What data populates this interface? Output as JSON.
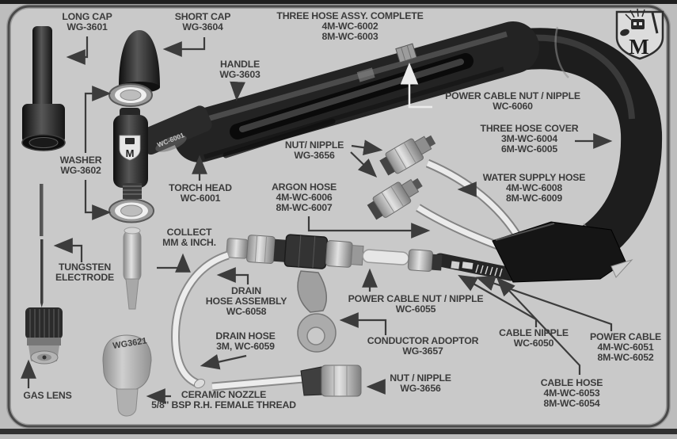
{
  "diagram": {
    "title_note": "TIG torch spare parts diagram",
    "logo": {
      "letter": "M"
    },
    "labels": {
      "long_cap": {
        "lines": [
          "LONG CAP",
          "WG-3601"
        ]
      },
      "short_cap": {
        "lines": [
          "SHORT CAP",
          "WG-3604"
        ]
      },
      "three_hose_assy": {
        "lines": [
          "THREE HOSE ASSY. COMPLETE",
          "4M-WC-6002",
          "8M-WC-6003"
        ]
      },
      "handle": {
        "lines": [
          "HANDLE",
          "WG-3603"
        ]
      },
      "power_cable_nut_nipple_6060": {
        "lines": [
          "POWER CABLE NUT / NIPPLE",
          "WC-6060"
        ]
      },
      "washer": {
        "lines": [
          "WASHER",
          "WG-3602"
        ]
      },
      "torch_head": {
        "lines": [
          "TORCH HEAD",
          "WC-6001"
        ]
      },
      "nut_nipple_top": {
        "lines": [
          "NUT/ NIPPLE",
          "WG-3656"
        ]
      },
      "argon_hose": {
        "lines": [
          "ARGON HOSE",
          "4M-WC-6006",
          "8M-WC-6007"
        ]
      },
      "three_hose_cover": {
        "lines": [
          "THREE HOSE COVER",
          "3M-WC-6004",
          "6M-WC-6005"
        ]
      },
      "water_supply_hose": {
        "lines": [
          "WATER SUPPLY HOSE",
          "4M-WC-6008",
          "8M-WC-6009"
        ]
      },
      "collect": {
        "lines": [
          "COLLECT",
          "MM & INCH."
        ]
      },
      "tungsten_electrode": {
        "lines": [
          "TUNGSTEN",
          "ELECTRODE"
        ]
      },
      "drain_hose_assembly": {
        "lines": [
          "DRAIN",
          "HOSE ASSEMBLY",
          "WC-6058"
        ]
      },
      "drain_hose": {
        "lines": [
          "DRAIN HOSE",
          "3M, WC-6059"
        ]
      },
      "power_cable_nut_nipple_6055": {
        "lines": [
          "POWER CABLE NUT / NIPPLE",
          "WC-6055"
        ]
      },
      "conductor_adoptor": {
        "lines": [
          "CONDUCTOR ADOPTOR",
          "WG-3657"
        ]
      },
      "cable_nipple": {
        "lines": [
          "CABLE NIPPLE",
          "WC-6050"
        ]
      },
      "power_cable": {
        "lines": [
          "POWER CABLE",
          "4M-WC-6051",
          "8M-WC-6052"
        ]
      },
      "cable_hose": {
        "lines": [
          "CABLE HOSE",
          "4M-WC-6053",
          "8M-WC-6054"
        ]
      },
      "nut_nipple_bottom": {
        "lines": [
          "NUT / NIPPLE",
          "WG-3656"
        ]
      },
      "gas_lens": {
        "lines": [
          "GAS LENS"
        ]
      },
      "ceramic_nozzle": {
        "lines": [
          "CERAMIC NOZZLE",
          "5/8\" BSP R.H. FEMALE THREAD"
        ]
      }
    },
    "markings": {
      "nozzle_code": "WG3621",
      "handle_code": "WC-6001"
    },
    "colors": {
      "outer_bg": "#bdbdbd",
      "panel_bg": "#c9c9c9",
      "panel_border": "#4a4a4a",
      "label_text": "#3c3c3c",
      "arrow": "#3c3c3c",
      "white_arrow": "#ececec",
      "part_dark": "#1d1d1d",
      "metal_light": "#c0c0c0",
      "hose_white": "#ebebeb"
    }
  }
}
